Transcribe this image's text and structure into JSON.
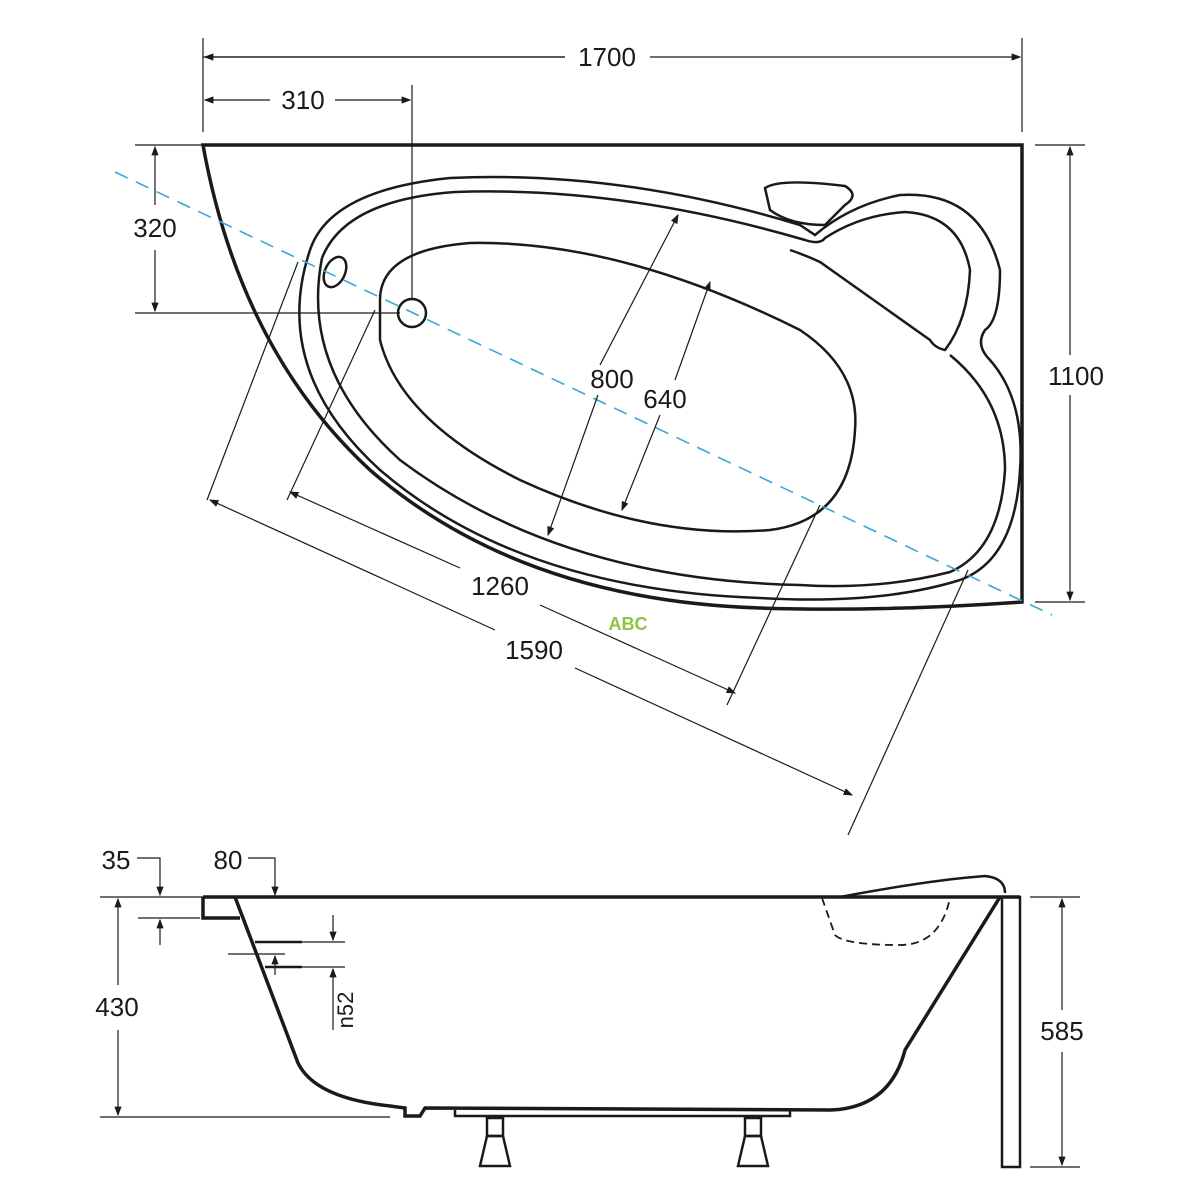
{
  "top_view": {
    "dim_total_length": "1700",
    "dim_drain_offset_x": "310",
    "dim_drain_offset_y": "320",
    "dim_total_width": "1100",
    "dim_rim_width": "800",
    "dim_basin_width": "640",
    "dim_basin_length": "1260",
    "dim_rim_length": "1590"
  },
  "side_view": {
    "dim_rim_thickness": "35",
    "dim_rim_depth": "80",
    "dim_depth": "430",
    "dim_overflow": "n52",
    "dim_total_height": "585"
  },
  "watermark": "ABC",
  "colors": {
    "axis_line": "#3aa7d6",
    "watermark": "#8cc63f"
  }
}
